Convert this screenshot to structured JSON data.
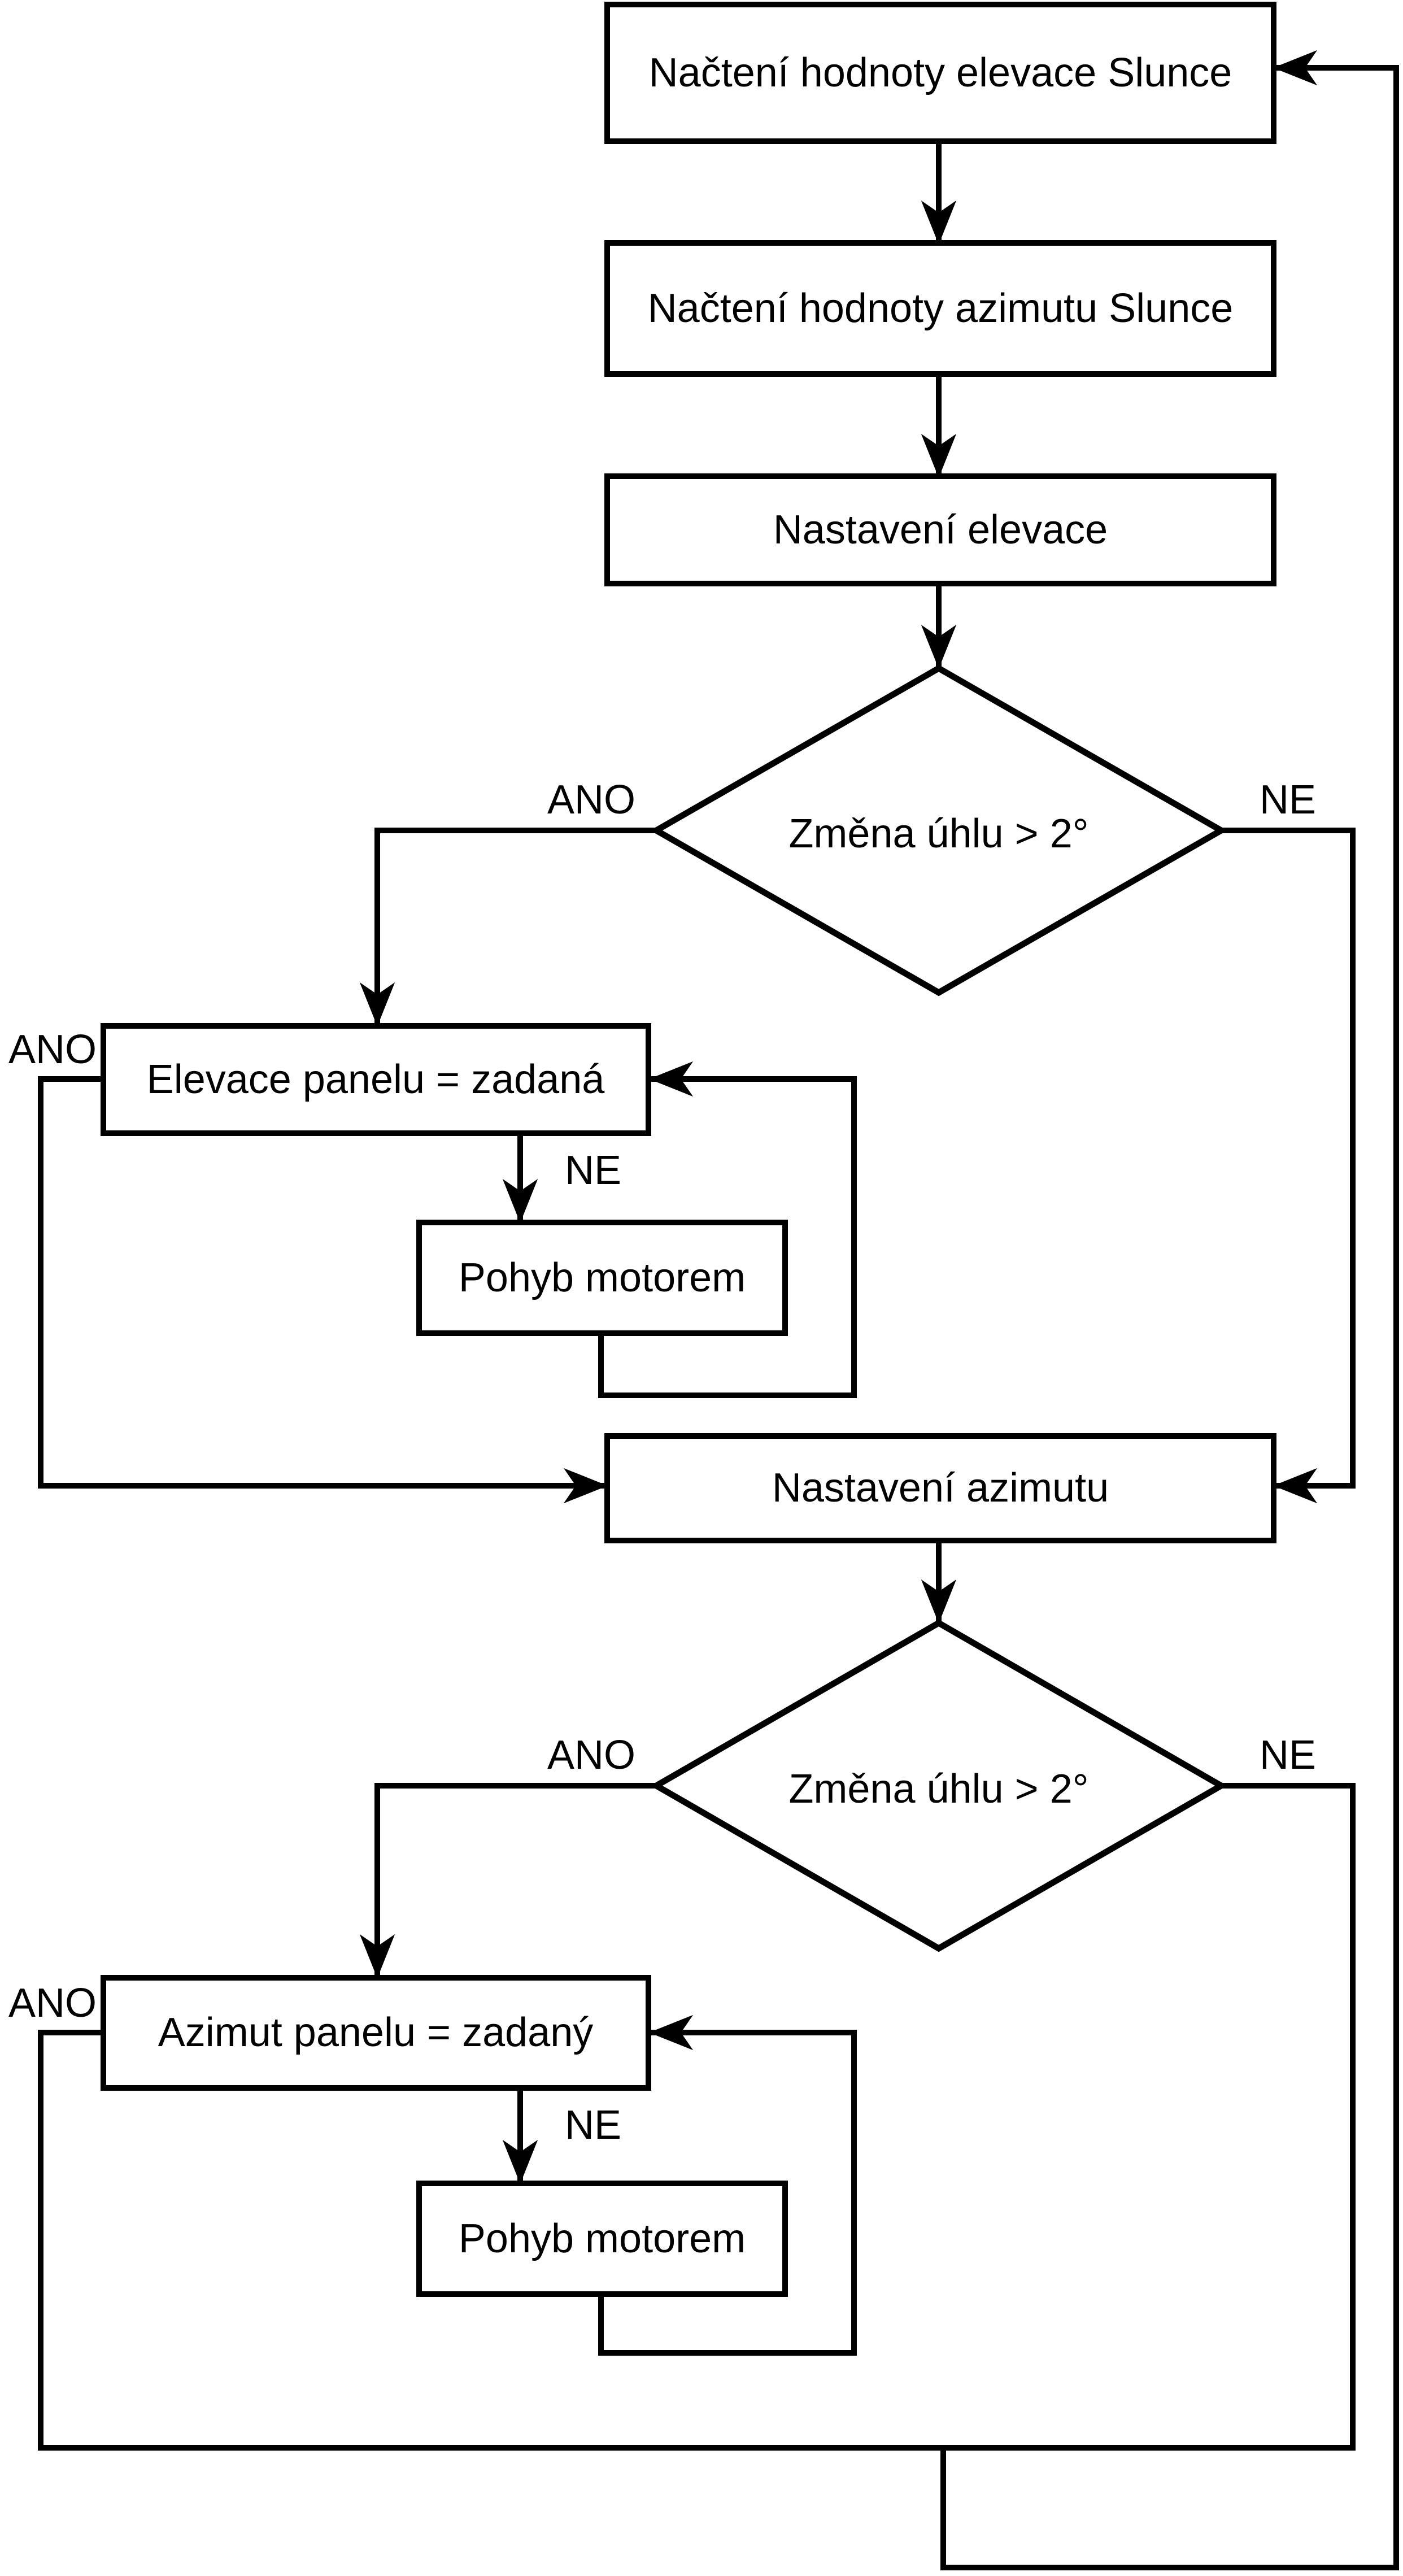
{
  "diagram": {
    "type": "flowchart",
    "language": "cs",
    "colors": {
      "line": "#000000",
      "node_fill": "#ffffff",
      "background": "#ffffff"
    },
    "labels": {
      "yes": "ANO",
      "no": "NE"
    },
    "nodes": {
      "load_elevation": {
        "label": "Načtení hodnoty elevace Slunce",
        "shape": "rect"
      },
      "load_azimuth": {
        "label": "Načtení hodnoty azimutu Slunce",
        "shape": "rect"
      },
      "set_elevation": {
        "label": "Nastavení elevace",
        "shape": "rect"
      },
      "decision_elevation": {
        "label": "Změna úhlu > 2°",
        "shape": "diamond"
      },
      "elevation_equal": {
        "label": "Elevace panelu = zadaná",
        "shape": "rect"
      },
      "motor_elevation": {
        "label": "Pohyb motorem",
        "shape": "rect"
      },
      "set_azimuth": {
        "label": "Nastavení azimutu",
        "shape": "rect"
      },
      "decision_azimuth": {
        "label": "Změna úhlu > 2°",
        "shape": "diamond"
      },
      "azimuth_equal": {
        "label": "Azimut panelu = zadaný",
        "shape": "rect"
      },
      "motor_azimuth": {
        "label": "Pohyb motorem",
        "shape": "rect"
      }
    },
    "edges": [
      {
        "from": "load_elevation",
        "to": "load_azimuth",
        "label": ""
      },
      {
        "from": "load_azimuth",
        "to": "set_elevation",
        "label": ""
      },
      {
        "from": "set_elevation",
        "to": "decision_elevation",
        "label": ""
      },
      {
        "from": "decision_elevation",
        "to": "elevation_equal",
        "label": "ANO"
      },
      {
        "from": "decision_elevation",
        "to": "set_azimuth",
        "label": "NE"
      },
      {
        "from": "elevation_equal",
        "to": "motor_elevation",
        "label": "NE"
      },
      {
        "from": "motor_elevation",
        "to": "elevation_equal",
        "label": ""
      },
      {
        "from": "elevation_equal",
        "to": "set_azimuth",
        "label": "ANO"
      },
      {
        "from": "set_azimuth",
        "to": "decision_azimuth",
        "label": ""
      },
      {
        "from": "decision_azimuth",
        "to": "azimuth_equal",
        "label": "ANO"
      },
      {
        "from": "decision_azimuth",
        "to": "load_elevation",
        "label": "NE"
      },
      {
        "from": "azimuth_equal",
        "to": "motor_azimuth",
        "label": "NE"
      },
      {
        "from": "motor_azimuth",
        "to": "azimuth_equal",
        "label": ""
      },
      {
        "from": "azimuth_equal",
        "to": "load_elevation",
        "label": "ANO"
      }
    ]
  }
}
